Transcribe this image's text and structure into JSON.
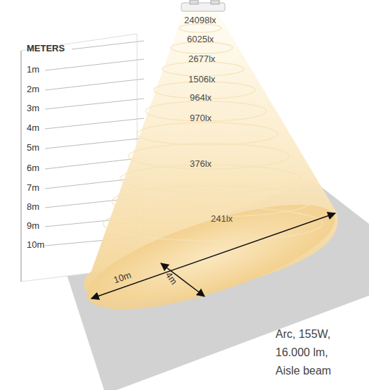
{
  "diagram": {
    "caption": "Arc, 155W, 16.000 lm, Aisle beam",
    "labels": [
      "METERS",
      "1m",
      "2m",
      "3m",
      "4m",
      "5m",
      "6m",
      "7m",
      "8m",
      "9m",
      "10m",
      "24098lx",
      "6025lx",
      "2677lx",
      "1506lx",
      "964lx",
      "970lx",
      "376lx",
      "241lx",
      "10m",
      "4m"
    ]
  }
}
